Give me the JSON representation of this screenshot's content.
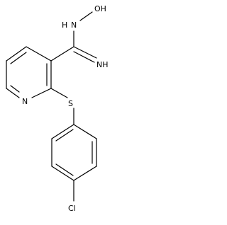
{
  "molecule": {
    "atoms": {
      "hydroxy": "OH",
      "amidoxime_n": "N",
      "amidoxime_h": "H",
      "imine": "NH",
      "pyridine_n": "N",
      "sulfur": "S",
      "chlorine": "Cl"
    }
  },
  "colors": {
    "bond": "#000000",
    "label": "#000000",
    "background": "#ffffff"
  }
}
